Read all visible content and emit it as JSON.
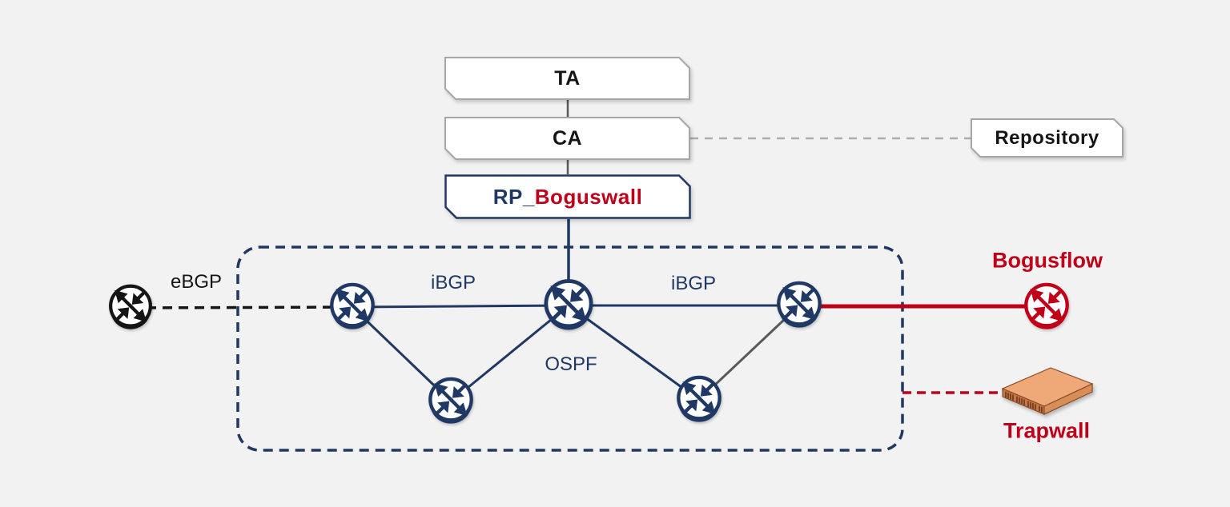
{
  "colors": {
    "background": "#f2f2f2",
    "navy": "#1f3864",
    "red": "#c00018",
    "black": "#151515",
    "gray": "#595959",
    "border_gray": "#a6a6a6",
    "dash_gray": "#aeaeae",
    "trapwall_top": "#efa878",
    "trapwall_front": "#c47a48"
  },
  "pki": {
    "ta": "TA",
    "ca": "CA",
    "rp_prefix": "RP_",
    "rp_name": "Boguswall",
    "repository": "Repository"
  },
  "labels": {
    "ebgp": "eBGP",
    "ibgp_left": "iBGP",
    "ibgp_right": "iBGP",
    "ospf": "OSPF",
    "bogusflow": "Bogusflow",
    "trapwall": "Trapwall"
  },
  "icons": {
    "router": "cisco-router-icon",
    "trapwall": "rack-server-icon"
  }
}
